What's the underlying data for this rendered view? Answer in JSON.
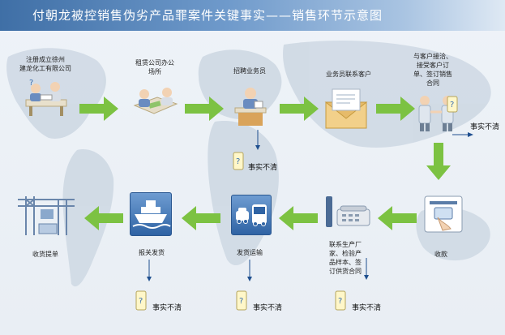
{
  "title": "付朝龙被控销售伪劣产品罪案件关键事实——销售环节示意图",
  "steps": {
    "register": "注册成立徐州\n建龙化工有限公司",
    "rent": "租赁公司办公\n场所",
    "hire": "招聘业务员",
    "contact": "业务员联系客户",
    "negotiate": "与客户接洽、\n接受客户订\n单、签订销售\n合同",
    "collect": "收款",
    "supplier": "联系生产厂\n家、检验产\n品样本、签\n订供货合同",
    "transport": "发货运输",
    "ship": "报关发货",
    "receipt": "收货提单"
  },
  "unknown_label": "事实不清",
  "colors": {
    "arrow": "#7cc242",
    "tile": "#2f63a4",
    "accent": "#1f4f8f"
  },
  "icons": [
    "meeting-icon",
    "handshake-icon",
    "envelope-icon",
    "card-payment-icon",
    "telephone-icon",
    "transport-icon",
    "ship-icon",
    "crane-icon",
    "question-doc-icon"
  ]
}
